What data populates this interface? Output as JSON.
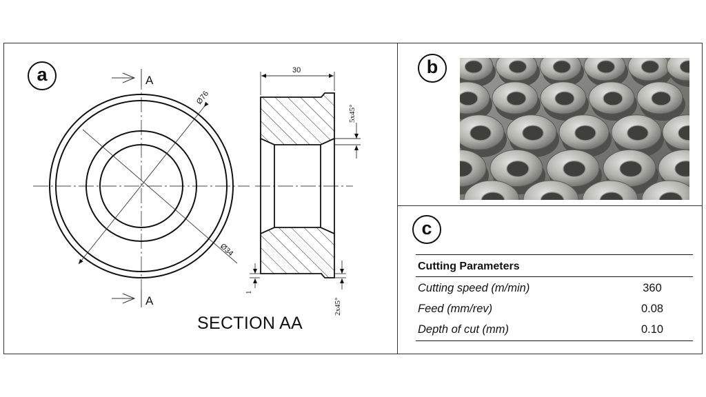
{
  "panels": {
    "a": {
      "label": "a"
    },
    "b": {
      "label": "b"
    },
    "c": {
      "label": "c"
    }
  },
  "drawing": {
    "section_marker": "A",
    "section_title": "SECTION AA",
    "dim_outer": "Ø76",
    "dim_inner": "Ø34",
    "dim_width": "30",
    "dim_chamfer_top": "5x45°",
    "dim_chamfer_bottom": "2x45°",
    "dim_step": "1"
  },
  "table": {
    "header": "Cutting Parameters",
    "rows": [
      {
        "label": "Cutting speed (m/min)",
        "value": "360"
      },
      {
        "label": "Feed (mm/rev)",
        "value": "0.08"
      },
      {
        "label": "Depth of cut (mm)",
        "value": "0.10"
      }
    ]
  },
  "colors": {
    "line": "#111111",
    "photo_metal": "#a9aba6",
    "photo_shadow": "#5f615d"
  }
}
